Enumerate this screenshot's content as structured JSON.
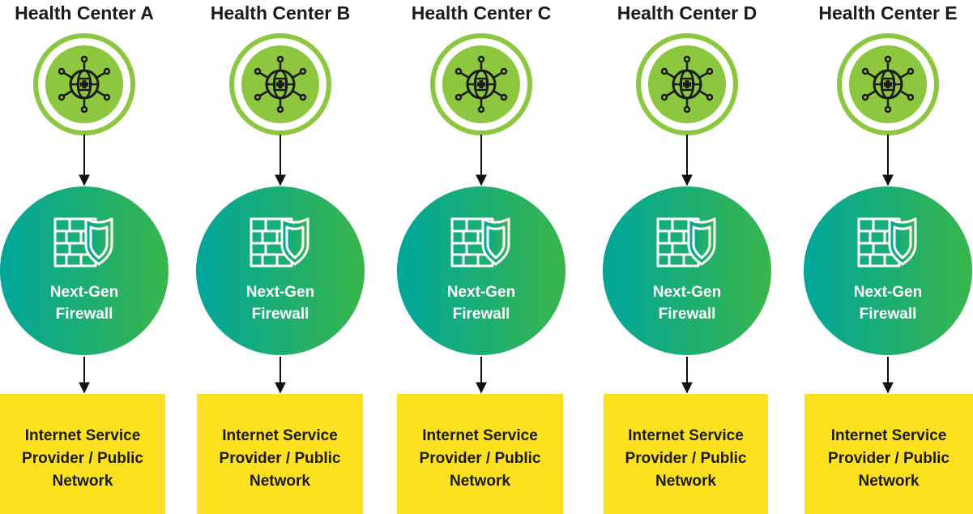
{
  "colors": {
    "ring_outer": "#8dc63f",
    "ring_inner": "#8dc63f",
    "firewall_gradient_left": "#00a69c",
    "firewall_gradient_right": "#39b54a",
    "isp_fill": "#fde11e",
    "icon_dark": "#1a1a1a",
    "arrow": "#111111"
  },
  "columns": [
    {
      "title": "Health Center A",
      "firewall": {
        "line1": "Next-Gen",
        "line2": "Firewall"
      },
      "isp": {
        "line1": "Internet Service",
        "line2": "Provider / Public",
        "line3": "Network"
      }
    },
    {
      "title": "Health Center B",
      "firewall": {
        "line1": "Next-Gen",
        "line2": "Firewall"
      },
      "isp": {
        "line1": "Internet Service",
        "line2": "Provider / Public",
        "line3": "Network"
      }
    },
    {
      "title": "Health Center C",
      "firewall": {
        "line1": "Next-Gen",
        "line2": "Firewall"
      },
      "isp": {
        "line1": "Internet Service",
        "line2": "Provider / Public",
        "line3": "Network"
      }
    },
    {
      "title": "Health Center D",
      "firewall": {
        "line1": "Next-Gen",
        "line2": "Firewall"
      },
      "isp": {
        "line1": "Internet Service",
        "line2": "Provider / Public",
        "line3": "Network"
      }
    },
    {
      "title": "Health Center E",
      "firewall": {
        "line1": "Next-Gen",
        "line2": "Firewall"
      },
      "isp": {
        "line1": "Internet Service",
        "line2": "Provider / Public",
        "line3": "Network"
      }
    }
  ],
  "icons": {
    "health_center": "medical-network-globe-icon",
    "firewall": "brick-wall-shield-icon"
  }
}
